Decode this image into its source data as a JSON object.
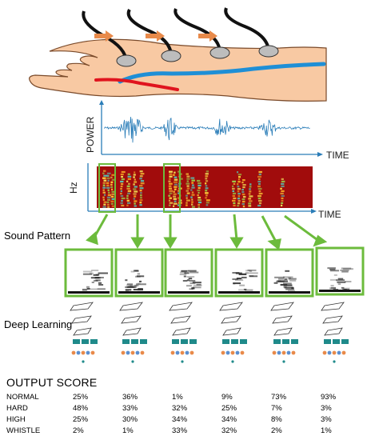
{
  "axes": {
    "power_label": "POWER",
    "time_label_1": "TIME",
    "hz_label": "Hz",
    "time_label_2": "TIME"
  },
  "sections": {
    "sound_pattern": "Sound Pattern",
    "deep_learning": "Deep Learning"
  },
  "output": {
    "title": "OUTPUT SCORE",
    "rows": [
      {
        "label": "NORMAL",
        "values": [
          "25%",
          "36%",
          "1%",
          "9%",
          "73%",
          "93%"
        ]
      },
      {
        "label": "HARD",
        "values": [
          "48%",
          "33%",
          "32%",
          "25%",
          "7%",
          "3%"
        ]
      },
      {
        "label": "HIGH",
        "values": [
          "25%",
          "30%",
          "34%",
          "34%",
          "8%",
          "3%"
        ]
      },
      {
        "label": "WHISTLE",
        "values": [
          "2%",
          "1%",
          "33%",
          "32%",
          "2%",
          "1%"
        ]
      }
    ]
  },
  "colors": {
    "arm_skin": "#f8c9a3",
    "vein_blue": "#1f8fd6",
    "artery_red": "#e0141e",
    "arrow_orange": "#e88a4a",
    "waveform_blue": "#2a7db8",
    "spectrogram_bg": "#a10c0c",
    "highlight_green": "#6cbb3c",
    "nn_teal": "#1f8a8a"
  }
}
